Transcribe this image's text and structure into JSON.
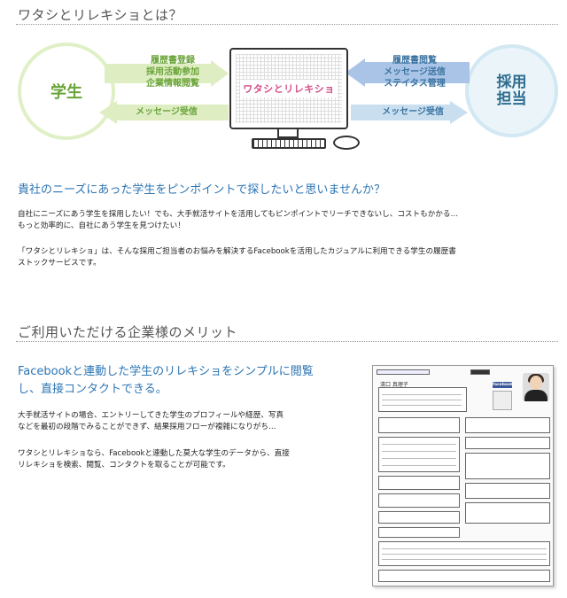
{
  "section1": {
    "title": "ワタシとリレキショとは？"
  },
  "diagram": {
    "student": "学生",
    "recruiter_line1": "採用",
    "recruiter_line2": "担当",
    "student_actions": [
      "履歴書登録",
      "採用活動参加",
      "企業情報閲覧"
    ],
    "student_receive": "メッセージ受信",
    "recruiter_actions": [
      "履歴書閲覧",
      "メッセージ送信",
      "ステイタス管理"
    ],
    "recruiter_receive": "メッセージ受信",
    "screen_logo": "ワタシとリレキショ",
    "colors": {
      "green": "#6aa43a",
      "green_arrow": "#dfedc3",
      "blue": "#3a73a0",
      "blue_arrow": "#c9dff0",
      "blue_arrow_dark": "#a9c4e6"
    }
  },
  "intro": {
    "heading": "貴社のニーズにあった学生をピンポイントで探したいと思いませんか？",
    "para1_line1": "自社にニーズにあう学生を採用したい！でも、大手就活サイトを活用してもピンポイントでリーチできないし、コストもかかる…",
    "para1_line2": "もっと効率的に、自社にあう学生を見つけたい！",
    "para2_line1": "「ワタシとリレキショ」は、そんな採用ご担当者のお悩みを解決するFacebookを活用したカジュアルに利用できる学生の履歴書",
    "para2_line2": "ストックサービスです。"
  },
  "section2": {
    "title": "ご利用いただける企業様のメリット",
    "heading_line1": "Facebookと連動した学生のリレキショをシンプルに閲覧",
    "heading_line2": "し、直接コンタクトできる。",
    "para1_line1": "大手就活サイトの場合、エントリーしてきた学生のプロフィールや経歴、写真",
    "para1_line2": "などを最初の段階でみることができず、結果採用フローが複雑になりがち…",
    "para2_line1": "ワタシとリレキショなら、Facebookと連動した莫大な学生のデータから、直接",
    "para2_line2": "リレキショを検索、閲覧、コンタクトを取ることが可能です。"
  },
  "resume_mock": {
    "facebook_badge": "facebook",
    "name": "濱口 真理子"
  }
}
